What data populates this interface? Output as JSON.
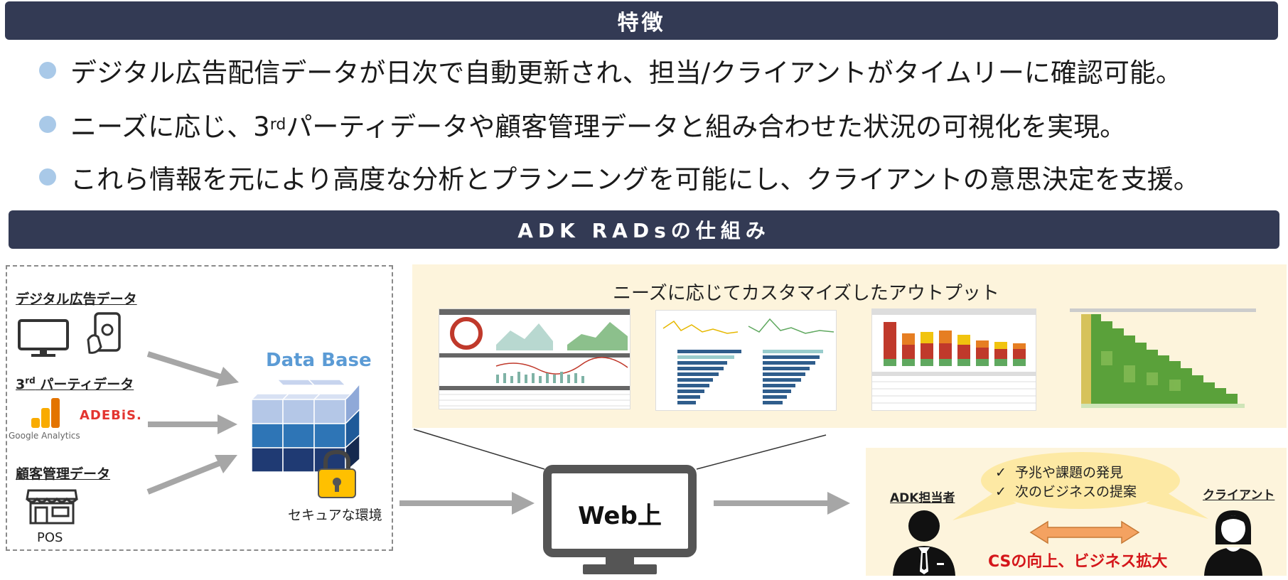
{
  "header": {
    "features_title": "特徴",
    "mechanism_title": "ADK RADsの仕組み"
  },
  "features": [
    {
      "text": "デジタル広告配信データが日次で自動更新され、担当/クライアントがタイムリーに確認可能。"
    },
    {
      "pre": "ニーズに応じ、3",
      "sup": "rd",
      "post": " パーティデータや顧客管理データと組み合わせた状況の可視化を実現。"
    },
    {
      "text": "これら情報を元により高度な分析とプランニングを可能にし、クライアントの意思決定を支援。"
    }
  ],
  "sources": {
    "digital_label": "デジタル広告データ",
    "third_party_prefix": "3",
    "third_party_sup": "rd",
    "third_party_suffix": " パーティデータ",
    "ga_name": "Google Analytics",
    "adebis_name": "ADEBiS.",
    "crm_label": "顧客管理データ",
    "pos_label": "POS"
  },
  "database": {
    "title": "Data Base",
    "secure_label": "セキュアな環境"
  },
  "output": {
    "title": "ニーズに応じてカスタマイズしたアウトプット"
  },
  "web": {
    "label": "Web上"
  },
  "stakeholders": {
    "adk_label": "ADK担当者",
    "client_label": "クライアント",
    "bubble_items": [
      "予兆や課題の発見",
      "次のビジネスの提案"
    ],
    "result_text": "CSの向上、ビジネス拡大"
  },
  "colors": {
    "banner": "#333a54",
    "bullet": "#a9c9e8",
    "panel_bg": "#fdf4dc",
    "db_title": "#5b9bd5",
    "result": "#d4161a",
    "arrow": "#a6a6a6",
    "double_arrow": "#f4a261"
  }
}
